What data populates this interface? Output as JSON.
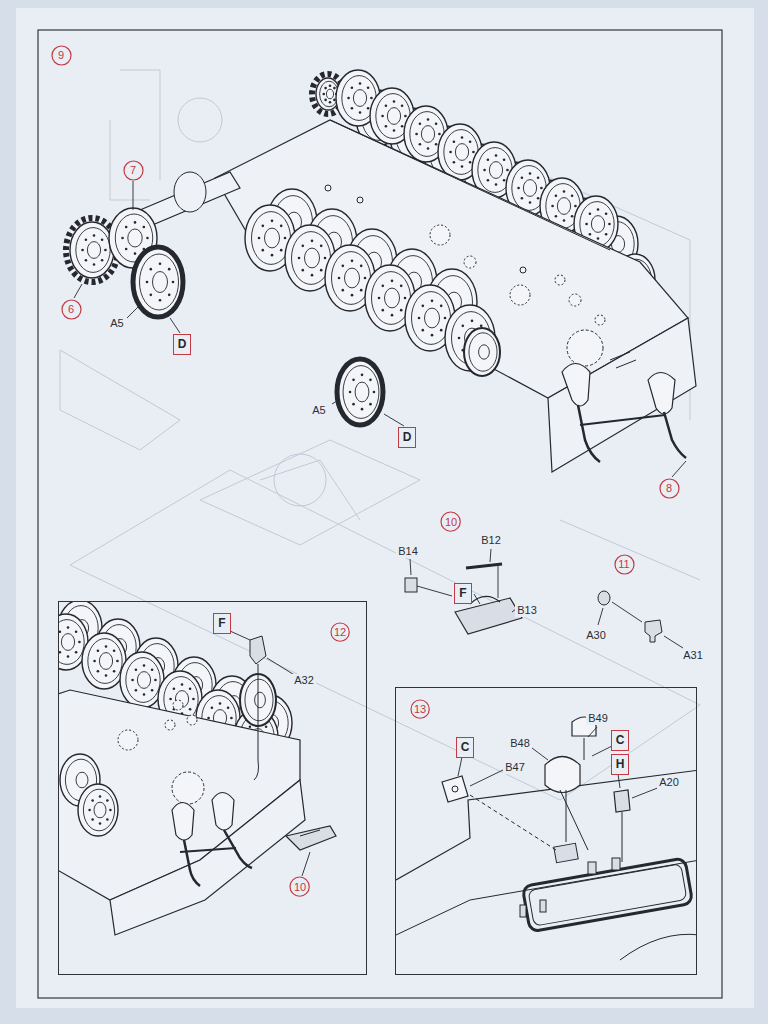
{
  "diagram": {
    "nodes": [
      {
        "text": [
          "9"
        ]
      },
      {
        "text": [
          "7"
        ]
      },
      {
        "text": [
          "6"
        ]
      },
      {
        "text": [
          "D"
        ]
      },
      {
        "text": [
          "D"
        ]
      },
      {
        "text": [
          "8"
        ]
      },
      {
        "text": [
          "10"
        ]
      },
      {
        "text": [
          "F"
        ]
      },
      {
        "text": [
          "11"
        ]
      },
      {
        "text": [
          "12"
        ]
      },
      {
        "text": [
          "F"
        ],
        "in": 9
      },
      {
        "text": [
          "10"
        ],
        "in": 9
      },
      {
        "text": [
          "13"
        ]
      },
      {
        "text": [
          "C"
        ],
        "in": 12
      },
      {
        "text": [
          "C"
        ],
        "in": 12
      },
      {
        "text": [
          "H"
        ],
        "in": 12
      }
    ],
    "labels": [
      "A5",
      "A5",
      "B14",
      "B12",
      "B13",
      "A30",
      "A31",
      "A32",
      "B47",
      "B48",
      "B49",
      "A20"
    ]
  }
}
